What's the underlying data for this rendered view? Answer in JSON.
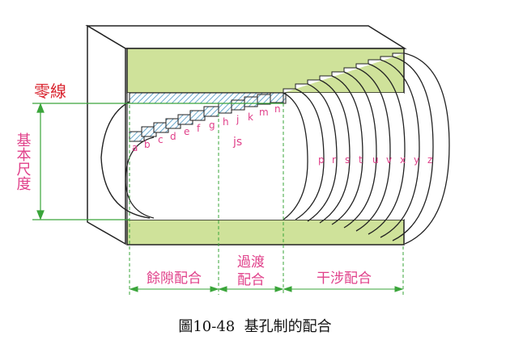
{
  "labels": {
    "zero_line": "零線",
    "basic_size": "基本尺度",
    "hole_letters": [
      "a",
      "b",
      "c",
      "d",
      "e",
      "f",
      "g",
      "h",
      "j",
      "k",
      "m",
      "n"
    ],
    "js": "js",
    "shaft_letters": [
      "p",
      "r",
      "s",
      "t",
      "u",
      "v",
      "x",
      "y",
      "z"
    ]
  },
  "fits": {
    "clearance": "餘隙配合",
    "transition_line1": "過渡",
    "transition_line2": "配合",
    "interference": "干涉配合"
  },
  "caption": "圖10-48  基孔制的配合",
  "colors": {
    "green_fill": "#cfe29a",
    "pink": "#e0408a",
    "red": "#d9232e",
    "green": "#3aa53a",
    "hatch": "#7fb8d6"
  }
}
